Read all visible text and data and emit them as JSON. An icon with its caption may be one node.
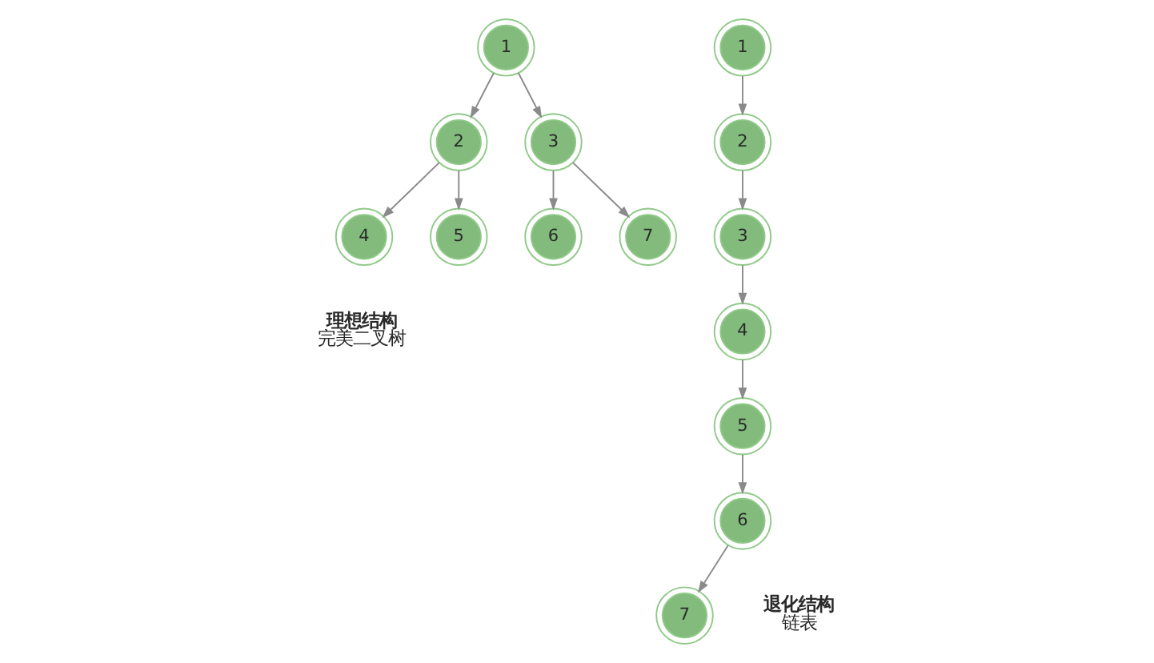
{
  "diagram": {
    "nodes": [
      {
        "text": [
          "1"
        ]
      },
      {
        "text": [
          "2"
        ]
      },
      {
        "text": [
          "3"
        ]
      },
      {
        "text": [
          "4"
        ]
      },
      {
        "text": [
          "5"
        ]
      },
      {
        "text": [
          "6"
        ]
      },
      {
        "text": [
          "7"
        ]
      },
      {
        "text": [
          "1"
        ]
      },
      {
        "text": [
          "2"
        ]
      },
      {
        "text": [
          "3"
        ]
      },
      {
        "text": [
          "4"
        ]
      },
      {
        "text": [
          "5"
        ]
      },
      {
        "text": [
          "6"
        ]
      },
      {
        "text": [
          "7"
        ]
      }
    ],
    "edges": [
      {
        "from": 0,
        "to": 1,
        "arrow": "to"
      },
      {
        "from": 0,
        "to": 2,
        "arrow": "to"
      },
      {
        "from": 1,
        "to": 3,
        "arrow": "to"
      },
      {
        "from": 1,
        "to": 4,
        "arrow": "to"
      },
      {
        "from": 2,
        "to": 5,
        "arrow": "to"
      },
      {
        "from": 2,
        "to": 6,
        "arrow": "to"
      },
      {
        "from": 7,
        "to": 8,
        "arrow": "to"
      },
      {
        "from": 8,
        "to": 9,
        "arrow": "to"
      },
      {
        "from": 9,
        "to": 10,
        "arrow": "to"
      },
      {
        "from": 10,
        "to": 11,
        "arrow": "to"
      },
      {
        "from": 11,
        "to": 12,
        "arrow": "to"
      },
      {
        "from": 12,
        "to": 13,
        "arrow": "to"
      }
    ],
    "labels": [
      "理想结构",
      "完美二叉树",
      "退化结构",
      "链表"
    ]
  }
}
